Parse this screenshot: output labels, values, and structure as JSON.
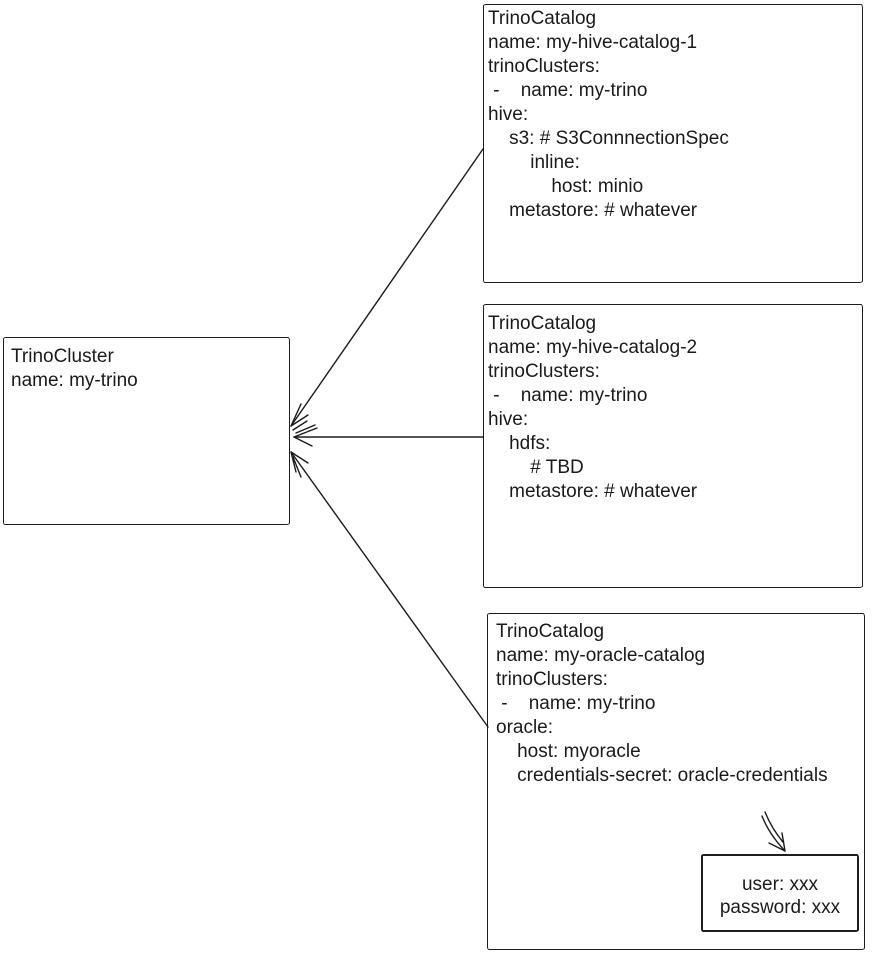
{
  "background": "#ffffff",
  "stroke_color": "#1b1b1b",
  "text_color": "#1a1a1a",
  "cluster_box": {
    "lines": [
      "TrinoCluster",
      "name: my-trino"
    ]
  },
  "catalog_boxes": [
    {
      "lines": [
        "TrinoCatalog",
        "name: my-hive-catalog-1",
        "trinoClusters:",
        " -    name: my-trino",
        "hive:",
        "    s3: # S3ConnnectionSpec",
        "        inline:",
        "            host: minio",
        "    metastore: # whatever"
      ]
    },
    {
      "lines": [
        "TrinoCatalog",
        "name: my-hive-catalog-2",
        "trinoClusters:",
        " -    name: my-trino",
        "hive:",
        "    hdfs:",
        "        # TBD",
        "    metastore: # whatever"
      ]
    },
    {
      "lines": [
        "TrinoCatalog",
        "name: my-oracle-catalog",
        "trinoClusters:",
        " -    name: my-trino",
        "oracle:",
        "    host: myoracle",
        "    credentials-secret: oracle-credentials"
      ]
    }
  ],
  "secret_box": {
    "lines": [
      "user: xxx",
      "password: xxx"
    ]
  }
}
